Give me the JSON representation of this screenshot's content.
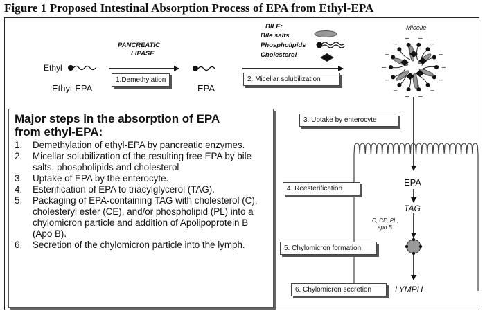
{
  "figure_title": "Figure 1 Proposed Intestinal Absorption Process of EPA from Ethyl-EPA",
  "molecules": {
    "ethyl_prefix": "Ethyl",
    "ethyl_epa_label": "Ethyl-EPA",
    "epa_label": "EPA"
  },
  "enzyme": {
    "line1": "PANCREATIC",
    "line2": "LIPASE"
  },
  "bile": {
    "heading": "BILE:",
    "items": [
      "Bile salts",
      "Phospholipids",
      "Cholesterol"
    ]
  },
  "micelle_label": "Micelle",
  "process_steps": [
    "1.Demethylation",
    "2. Micellar solubilization",
    "3. Uptake by enterocyte",
    "4. Reesterification",
    "5. Chylomicron formation",
    "6. Chylomicron secretion"
  ],
  "enterocyte": {
    "epa": "EPA",
    "tag": "TAG",
    "additives_line1": "C, CE, PL,",
    "additives_line2": "apo  B",
    "lymph": "LYMPH"
  },
  "major_steps": {
    "heading_line1": "Major steps in the absorption of EPA",
    "heading_line2": "from ethyl-EPA:",
    "items": [
      "Demethylation of ethyl-EPA by pancreatic enzymes.",
      "Micellar solubilization of the resulting free EPA by bile salts, phospholipids and cholesterol",
      "Uptake of EPA by the enterocyte.",
      "Esterification of EPA to triacylglycerol (TAG).",
      "Packaging of EPA-containing TAG with cholesterol (C), cholesteryl ester (CE), and/or phospholipid (PL) into a chylomicron particle and addition of Apolipoprotein B (Apo B).",
      "Secretion of the chylomicron particle into the lymph."
    ]
  }
}
